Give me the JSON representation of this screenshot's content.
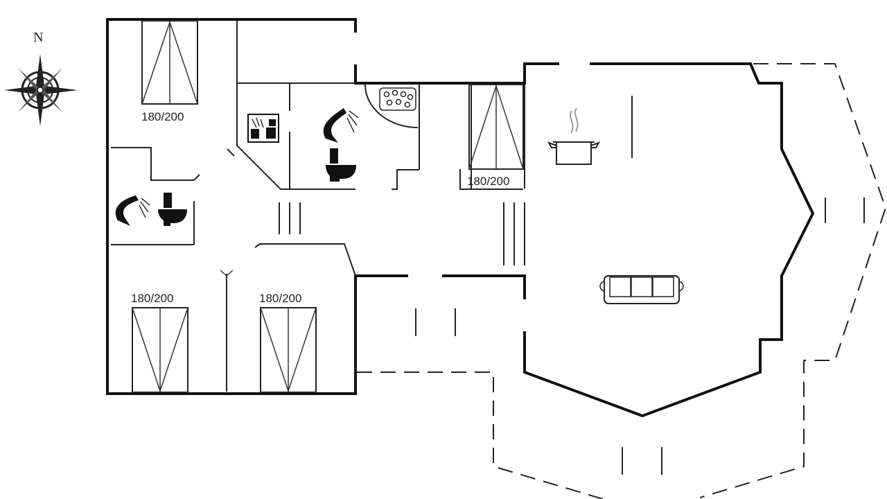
{
  "compass": {
    "north_label": "N",
    "icon": "compass-rose-icon"
  },
  "beds": [
    {
      "label": "180/200"
    },
    {
      "label": "180/200"
    },
    {
      "label": "180/200"
    },
    {
      "label": "180/200"
    }
  ],
  "icons": {
    "shower": "shower-icon",
    "toilet": "toilet-icon",
    "sauna": "sauna-icon",
    "hob": "hob-icon",
    "cooking_pot": "cooking-pot-icon",
    "sofa": "sofa-icon"
  },
  "colors": {
    "wall": "#111111",
    "background": "#ffffff"
  }
}
